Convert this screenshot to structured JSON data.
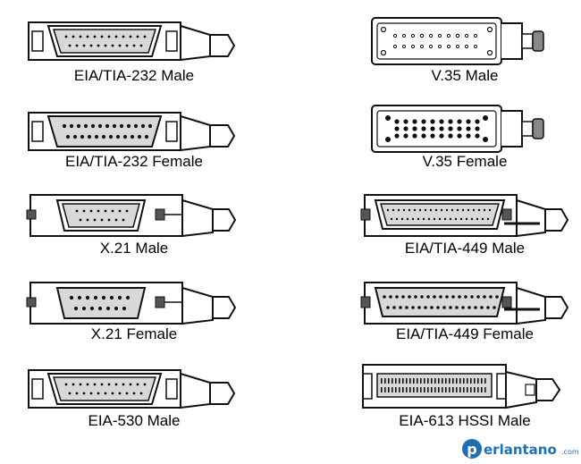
{
  "connectors": [
    {
      "id": "eia-tia-232-male",
      "label": "EIA/TIA-232 Male"
    },
    {
      "id": "v35-male",
      "label": "V.35 Male"
    },
    {
      "id": "eia-tia-232-female",
      "label": "EIA/TIA-232 Female"
    },
    {
      "id": "v35-female",
      "label": "V.35 Female"
    },
    {
      "id": "x21-male",
      "label": "X.21 Male"
    },
    {
      "id": "eia-tia-449-male",
      "label": "EIA/TIA-449 Male"
    },
    {
      "id": "x21-female",
      "label": "X.21 Female"
    },
    {
      "id": "eia-tia-449-female",
      "label": "EIA/TIA-449 Female"
    },
    {
      "id": "eia-530-male",
      "label": "EIA-530 Male"
    },
    {
      "id": "eia-613-hssi-male",
      "label": "EIA-613 HSSI Male"
    }
  ],
  "watermark": {
    "text": "perlantano.com",
    "color": "#1f6fb5"
  },
  "colors": {
    "stroke": "#111111",
    "shell_fill": "#d8d8d8",
    "body_fill": "#ffffff"
  }
}
